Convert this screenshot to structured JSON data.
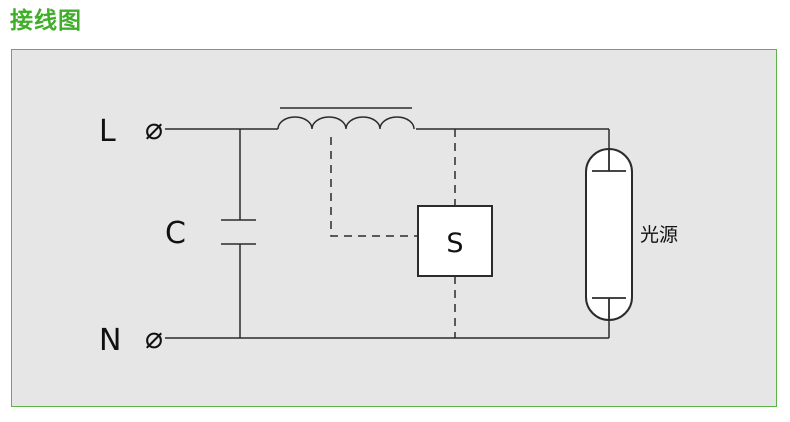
{
  "title": "接线图",
  "colors": {
    "title": "#3fae29",
    "panel_bg": "#e6e6e6",
    "panel_border": "#5bb34a",
    "line": "#2b2b2b",
    "box_fill": "#ffffff",
    "tube_fill": "#ffffff"
  },
  "diagram": {
    "terminal_L": "L",
    "terminal_N": "N",
    "terminal_symbol": "⌀",
    "capacitor_label": "C",
    "starter_label": "S",
    "lamp_label": "光源"
  }
}
